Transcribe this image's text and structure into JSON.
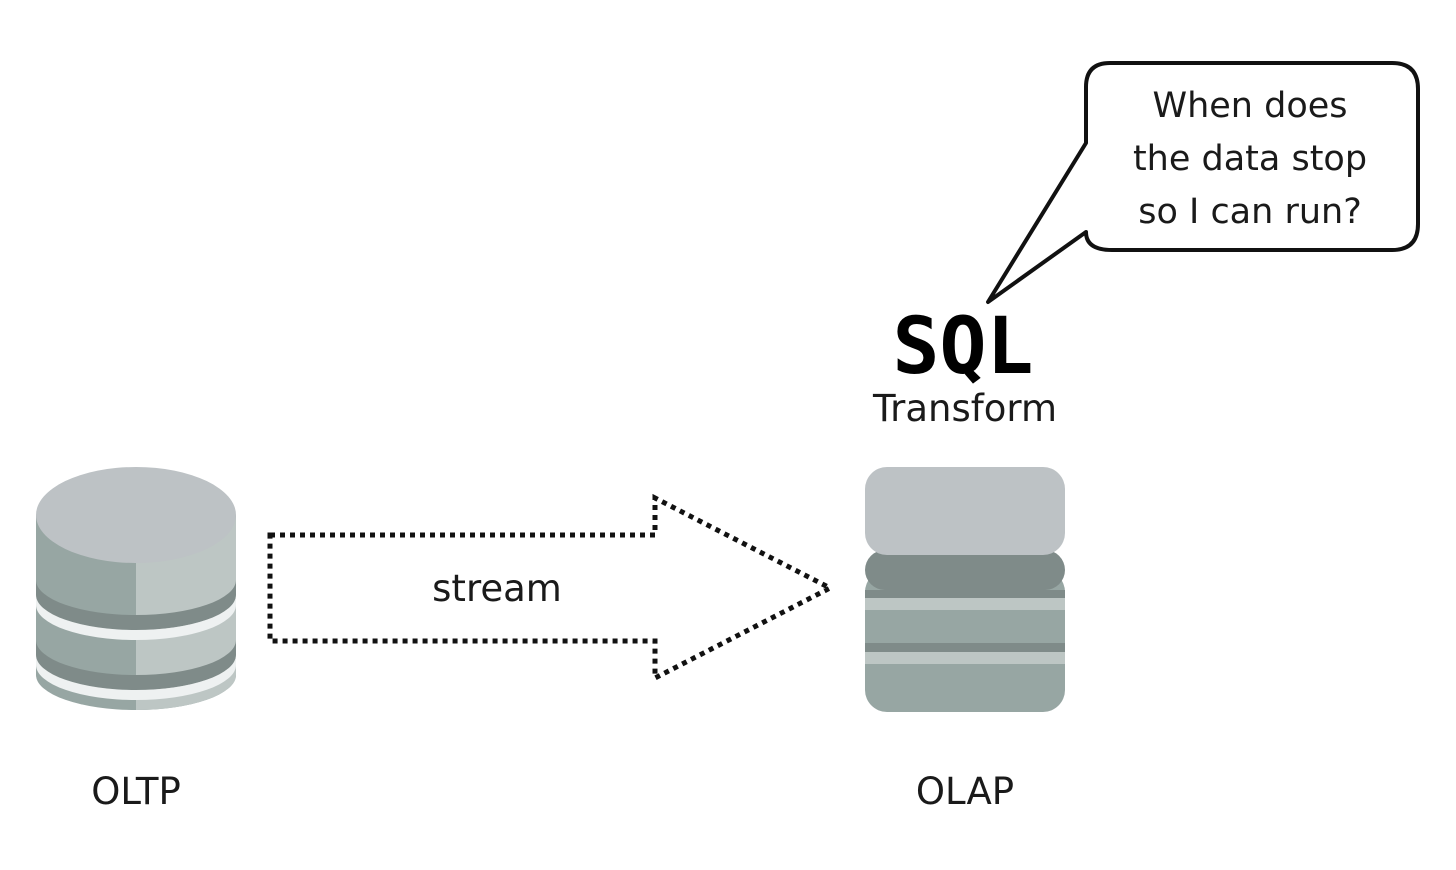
{
  "nodes": {
    "oltp": {
      "label": "OLTP"
    },
    "olap": {
      "label": "OLAP"
    }
  },
  "edge": {
    "label": "stream"
  },
  "transform": {
    "logo_text": "SQL",
    "label": "Transform"
  },
  "callout": {
    "lines": [
      "When does",
      "the data stop",
      "so I can run?"
    ]
  },
  "colors": {
    "db_top": "#bdc2c5",
    "db_body": "#97a6a3",
    "db_body_light": "#bdc6c4",
    "db_band": "#7f8b89",
    "db_stripe": "#eef1f1"
  }
}
